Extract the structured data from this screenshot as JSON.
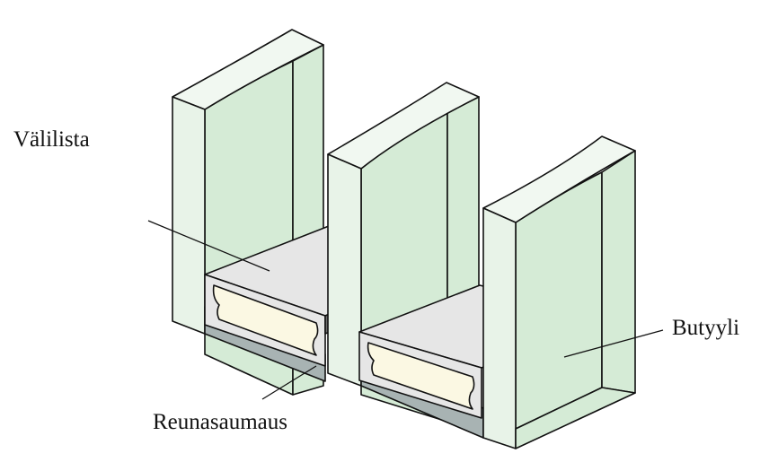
{
  "labels": {
    "spacer": "Välilista",
    "butyl": "Butyyli",
    "edge_seal": "Reunasaumaus"
  },
  "colors": {
    "glass_face": "#e8f3e8",
    "glass_inner": "#d5ebd6",
    "glass_edge": "#f1f8f1",
    "spacer_top": "#e6e6e6",
    "spacer_core": "#fbf8e3",
    "butyl": "#6e6e6e",
    "edge_seal": "#a8b3b3",
    "outline": "#111111"
  }
}
